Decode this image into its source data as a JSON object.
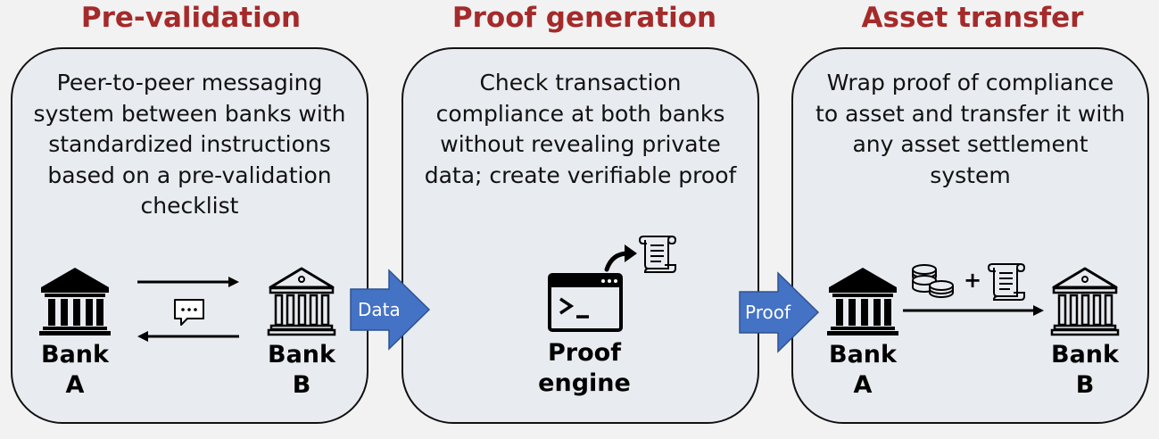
{
  "stages": [
    {
      "title": "Pre-validation",
      "description_lines": [
        "Peer-to-peer messaging",
        "system between banks with",
        "standardized instructions",
        "based on a pre-validation",
        "checklist"
      ],
      "bank_a": [
        "Bank",
        "A"
      ],
      "bank_b": [
        "Bank",
        "B"
      ]
    },
    {
      "title": "Proof generation",
      "description_lines": [
        "Check transaction",
        "compliance at both banks",
        "without revealing private",
        "data; create verifiable proof"
      ],
      "engine": [
        "Proof",
        "engine"
      ]
    },
    {
      "title": "Asset transfer",
      "description_lines": [
        "Wrap proof of compliance",
        "to asset and transfer it with",
        "any asset settlement",
        "system"
      ],
      "bank_a": [
        "Bank",
        "A"
      ],
      "bank_b": [
        "Bank",
        "B"
      ],
      "plus": "+"
    }
  ],
  "connectors": [
    {
      "label": "Data"
    },
    {
      "label": "Proof"
    }
  ],
  "colors": {
    "title": "#a52a2a",
    "panel": "#e8ebf0",
    "connector_arrow": "#4472c4",
    "background": "#f2f2f2"
  },
  "icons": [
    "bank-icon",
    "bank-outline-icon",
    "chat-bubble-icon",
    "terminal-icon",
    "document-scroll-icon",
    "coins-icon"
  ]
}
